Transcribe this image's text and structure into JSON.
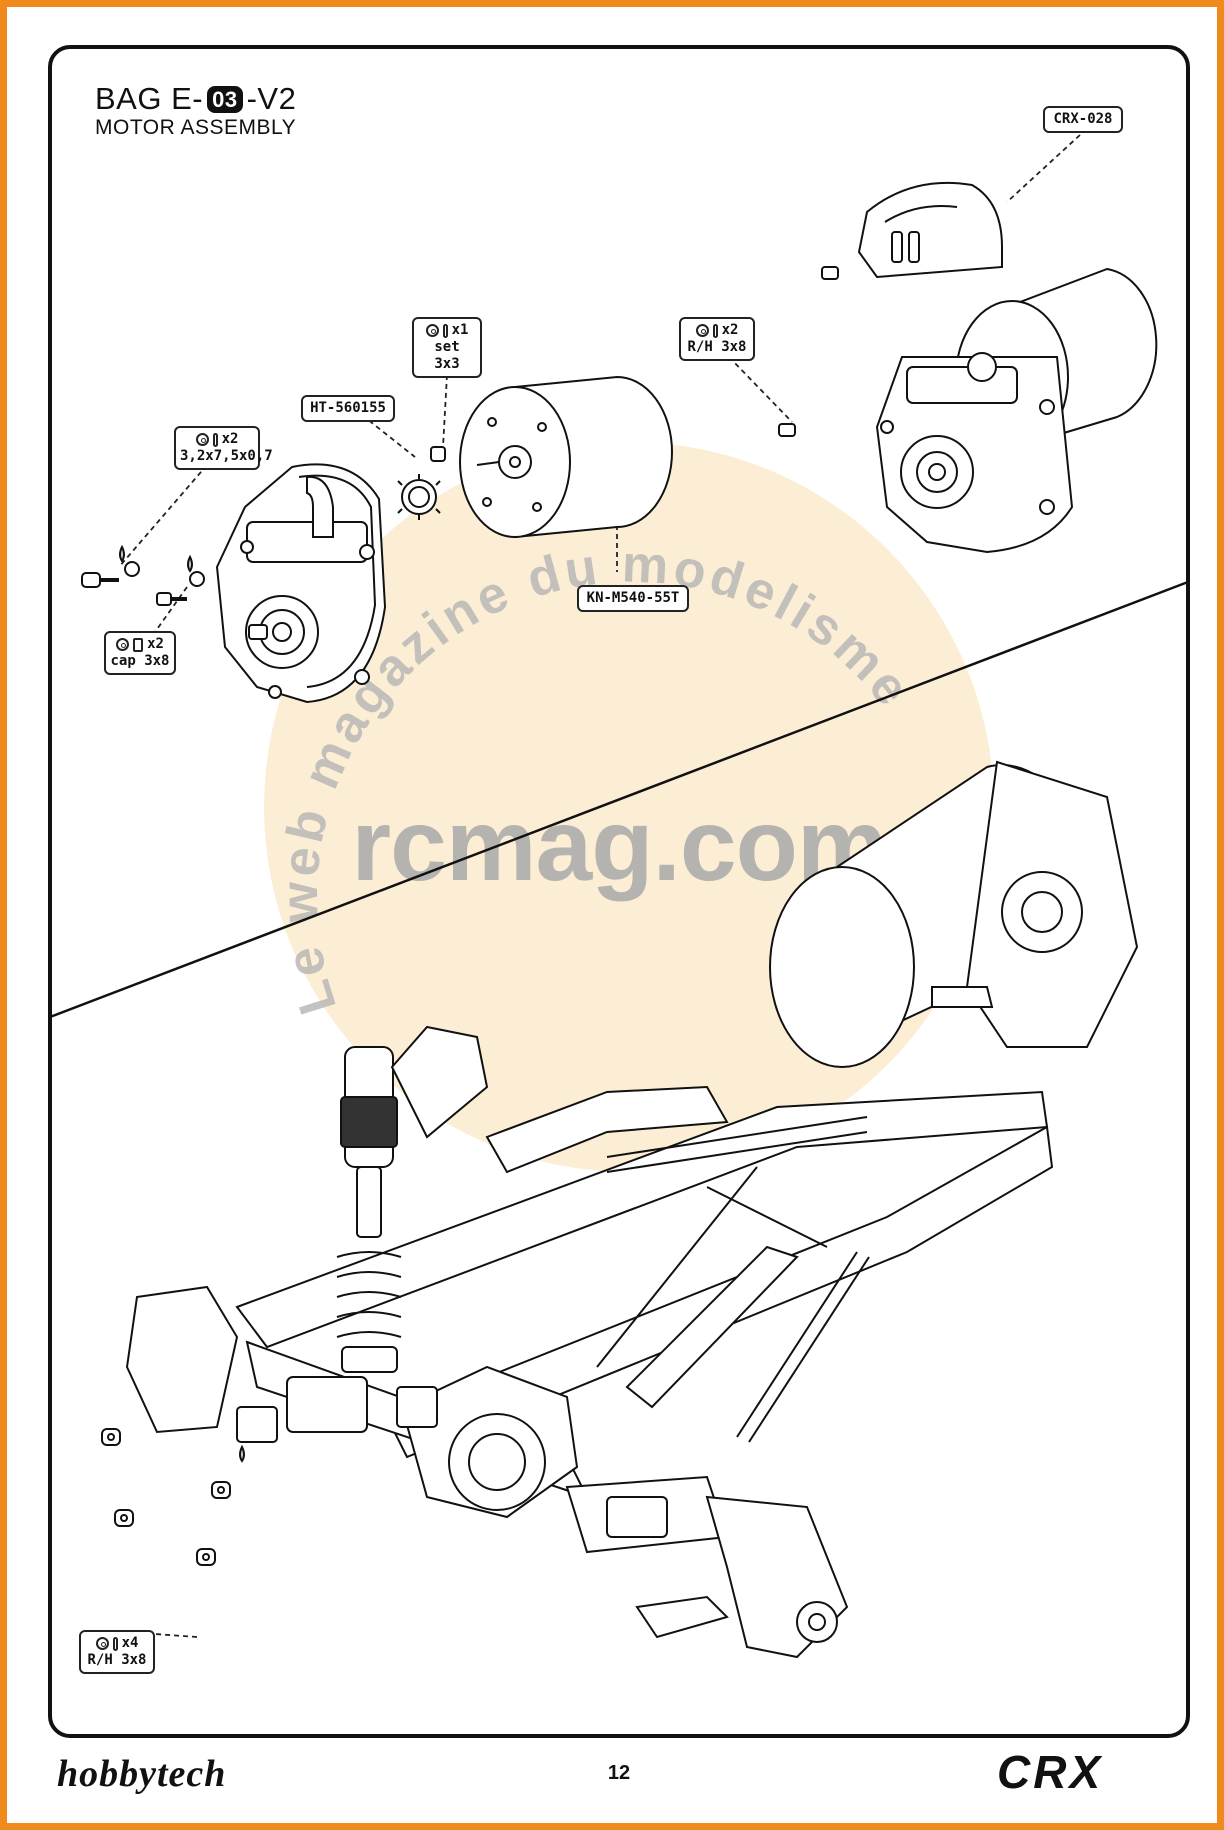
{
  "header": {
    "bag_prefix": "BAG E-",
    "bag_number": "03",
    "bag_suffix": "-V2",
    "subtitle": "MOTOR ASSEMBLY"
  },
  "callouts": {
    "crx028": "CRX-028",
    "ht560155": "HT-560155",
    "motor": "KN-M540-55T"
  },
  "hardware": {
    "set_screw": {
      "qty": "x1",
      "size": "set 3x3"
    },
    "rh_screw_top": {
      "qty": "x2",
      "size": "R/H 3x8"
    },
    "washer": {
      "qty": "x2",
      "size": "3,2x7,5x0,7"
    },
    "cap_screw": {
      "qty": "x2",
      "size": "cap 3x8"
    },
    "rh_screw_bottom": {
      "qty": "x4",
      "size": "R/H 3x8"
    }
  },
  "watermark": {
    "arc_text": "Le web magazine du modelisme",
    "site": "rcmag.com"
  },
  "footer": {
    "page_number": "12",
    "brand_left": "hobbytech",
    "brand_right": "CRX"
  },
  "colors": {
    "page_border": "#f08a1c",
    "frame": "#111111",
    "watermark_fill": "#fbe8c6"
  }
}
